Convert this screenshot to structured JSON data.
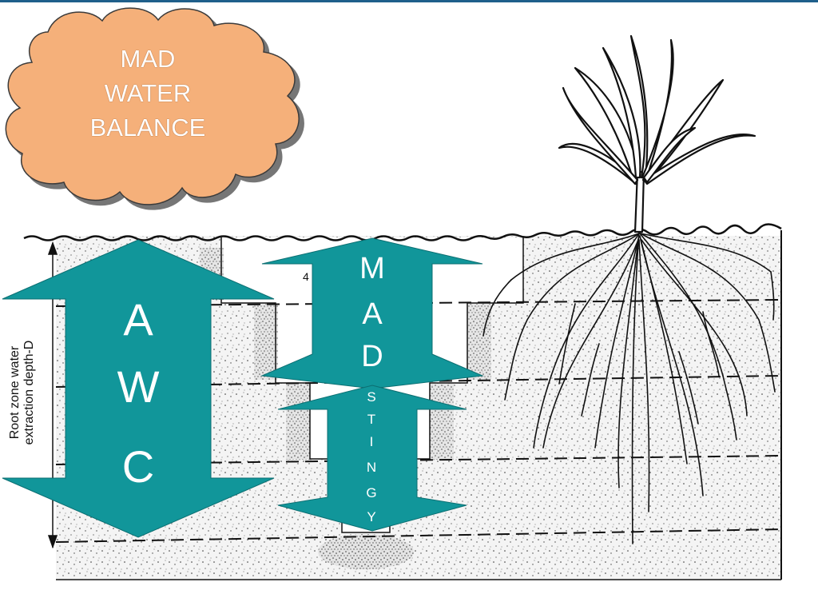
{
  "cloud": {
    "lines": [
      "MAD",
      "WATER",
      "BALANCE"
    ],
    "fill": "#f5b07a",
    "text_color": "#ffffff"
  },
  "vertical_label": {
    "line1": "Root zone water",
    "line2": "extraction depth-D"
  },
  "awc_arrow": {
    "letters": [
      "A",
      "W",
      "C"
    ],
    "color": "#11969a"
  },
  "mad_arrow": {
    "letters": [
      "M",
      "A",
      "D"
    ],
    "color": "#11969a"
  },
  "stingy_arrow": {
    "letters": [
      "S",
      "T",
      "I",
      "N",
      "G",
      "Y"
    ],
    "color": "#11969a"
  },
  "diagram_marks": {
    "step_number": "4"
  }
}
